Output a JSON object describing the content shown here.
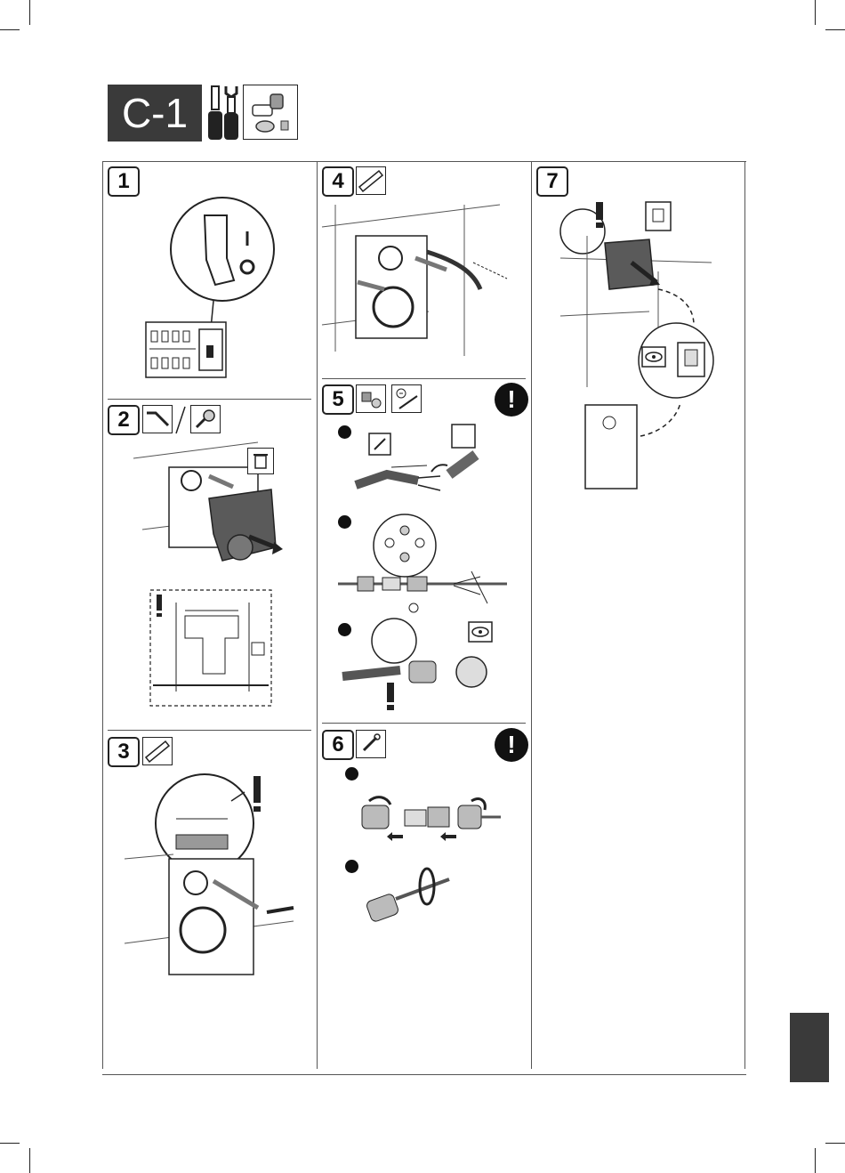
{
  "header": {
    "section_code": "C-1",
    "icons": [
      "screwdriver-icon",
      "wrench-icon",
      "parts-kit-icon"
    ]
  },
  "steps": [
    {
      "number": "1",
      "tools": [],
      "warning": false,
      "switch_labels": [
        "I",
        "O"
      ]
    },
    {
      "number": "2",
      "tools": [
        "hex-key-icon",
        "hose-fitting-icon"
      ],
      "warning": false
    },
    {
      "number": "3",
      "tools": [
        "ruler-icon"
      ],
      "warning": false
    },
    {
      "number": "4",
      "tools": [
        "ruler-icon"
      ],
      "warning": false
    },
    {
      "number": "5",
      "tools": [
        "parts-kit-icon",
        "screwdriver-icon"
      ],
      "warning": true,
      "warning_symbol": "!"
    },
    {
      "number": "6",
      "tools": [
        "wrench-icon"
      ],
      "warning": true,
      "warning_symbol": "!"
    },
    {
      "number": "7",
      "tools": [],
      "warning": false
    }
  ],
  "colors": {
    "dark_fill": "#3a3a3a",
    "line": "#222222",
    "device_gray": "#5a5a5a"
  }
}
